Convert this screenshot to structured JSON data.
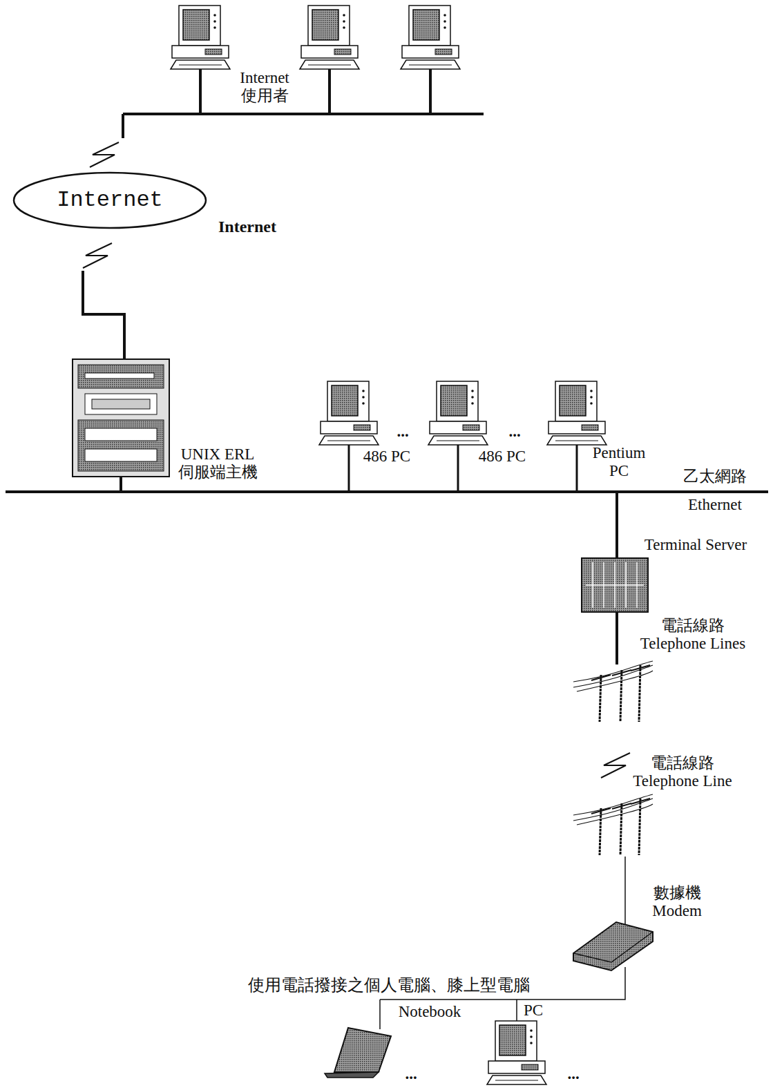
{
  "diagram": {
    "nodes": [
      {
        "text": [
          "Internet"
        ]
      }
    ],
    "labels": [
      "Internet 使用者",
      "Internet",
      "...",
      "...",
      "UNIX ERL 伺服端主機",
      "486 PC",
      "486 PC",
      "Pentium PC",
      "乙太網路",
      "Ethernet",
      "Terminal Server",
      "電話線路 Telephone Lines",
      "電話線路 Telephone Line",
      "數據機 Modem",
      "使用電話撥接之個人電腦、膝上型電腦",
      "Notebook",
      "PC",
      "...",
      "..."
    ]
  }
}
